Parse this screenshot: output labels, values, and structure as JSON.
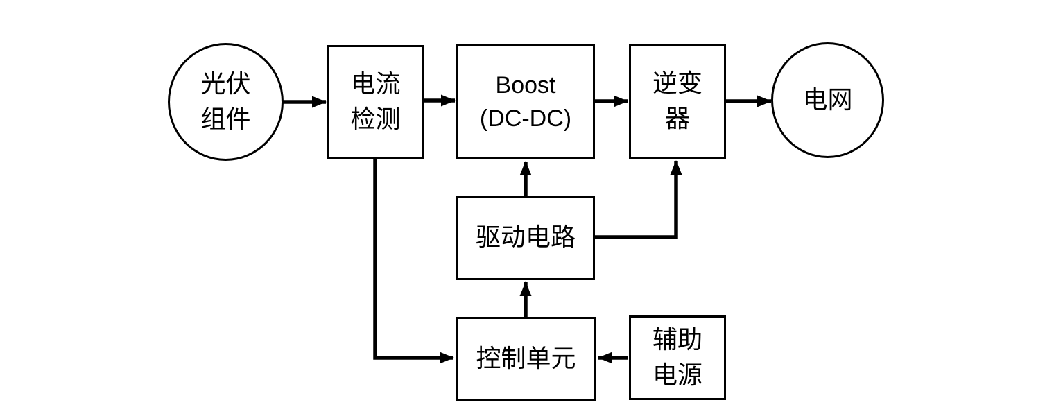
{
  "diagram": {
    "background_color": "#ffffff",
    "stroke_color": "#000000",
    "nodes": {
      "pv_module": {
        "label": "光伏\n组件",
        "shape": "circle"
      },
      "current_detection": {
        "label": "电流\n检测",
        "shape": "rect"
      },
      "boost": {
        "label": "Boost\n(DC-DC)",
        "shape": "rect"
      },
      "inverter": {
        "label": "逆变\n器",
        "shape": "rect"
      },
      "grid": {
        "label": "电网",
        "shape": "circle"
      },
      "drive_circuit": {
        "label": "驱动电路",
        "shape": "rect"
      },
      "control_unit": {
        "label": "控制单元",
        "shape": "rect"
      },
      "aux_power": {
        "label": "辅助\n电源",
        "shape": "rect"
      }
    },
    "edges": [
      {
        "from": "pv_module",
        "to": "current_detection"
      },
      {
        "from": "current_detection",
        "to": "boost"
      },
      {
        "from": "boost",
        "to": "inverter"
      },
      {
        "from": "inverter",
        "to": "grid"
      },
      {
        "from": "drive_circuit",
        "to": "boost"
      },
      {
        "from": "drive_circuit",
        "to": "inverter"
      },
      {
        "from": "control_unit",
        "to": "drive_circuit"
      },
      {
        "from": "current_detection",
        "to": "control_unit"
      },
      {
        "from": "aux_power",
        "to": "control_unit"
      }
    ]
  }
}
